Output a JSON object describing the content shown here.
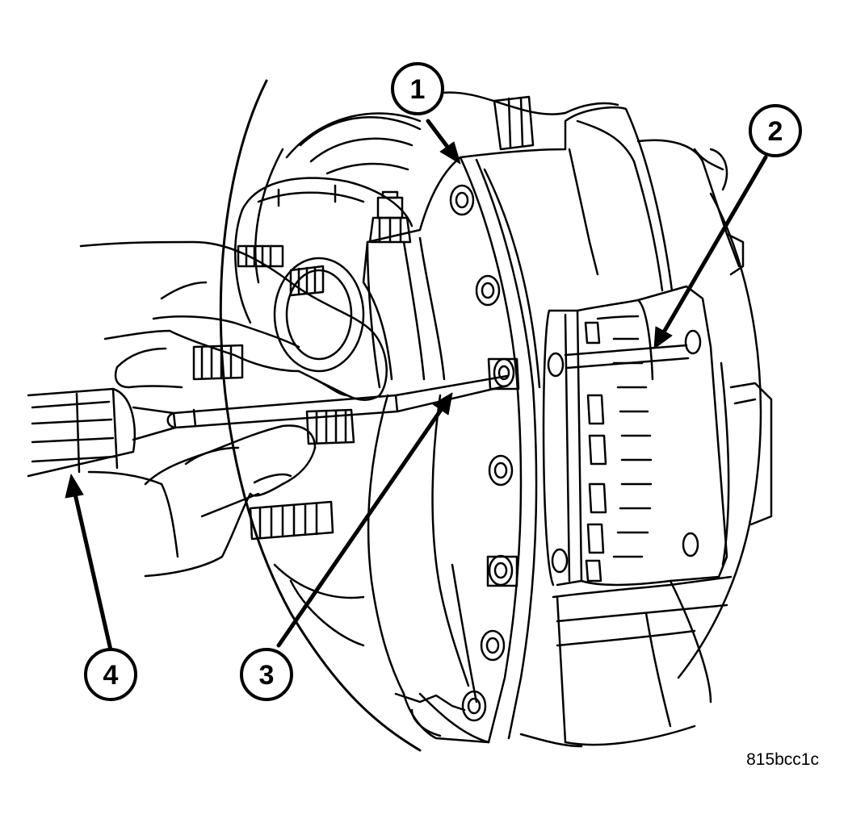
{
  "callouts": [
    {
      "number": "1"
    },
    {
      "number": "2"
    },
    {
      "number": "3"
    },
    {
      "number": "4"
    }
  ],
  "figure_id": "815bcc1c",
  "colors": {
    "line": "#000000",
    "background": "#ffffff"
  },
  "icons": [
    "brake-rotor",
    "brake-caliper",
    "brake-pads",
    "slide-pin",
    "wheel-stud",
    "punch-tool",
    "hand"
  ]
}
